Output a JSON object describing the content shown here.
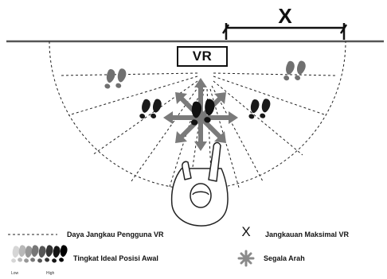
{
  "diagram": {
    "vr_label": "VR",
    "max_range_symbol": "X"
  },
  "legend": {
    "user_reach": "Daya Jangkau Pengguna VR",
    "max_range": "Jangkauan Maksimal VR",
    "ideal_start": "Tingkat Ideal Posisi Awal",
    "all_directions": "Segala Arah",
    "scale_low": "Low",
    "scale_high": "High"
  }
}
